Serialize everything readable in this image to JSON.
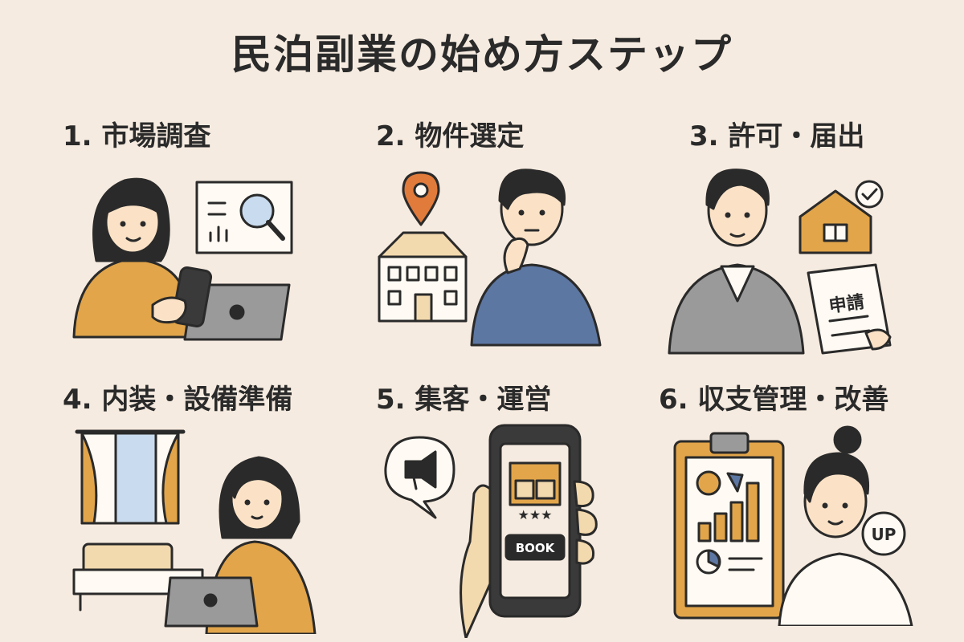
{
  "title": "民泊副業の始め方ステップ",
  "steps": [
    {
      "label": "1. 市場調査",
      "icon": "market-research"
    },
    {
      "label": "2. 物件選定",
      "icon": "property-selection"
    },
    {
      "label": "3. 許可・届出",
      "icon": "permit-application",
      "document_text": "申請"
    },
    {
      "label": "4. 内装・設備準備",
      "icon": "interior-setup"
    },
    {
      "label": "5. 集客・運営",
      "icon": "marketing-operation",
      "button_text": "BOOK"
    },
    {
      "label": "6. 収支管理・改善",
      "icon": "revenue-management",
      "badge_text": "UP"
    }
  ],
  "colors": {
    "background": "#f6ebe0",
    "orange": "#e2a54a",
    "blue": "#5d77a3",
    "gray": "#9a9a9a",
    "pin": "#e07b3c",
    "outline": "#2a2a2a"
  }
}
